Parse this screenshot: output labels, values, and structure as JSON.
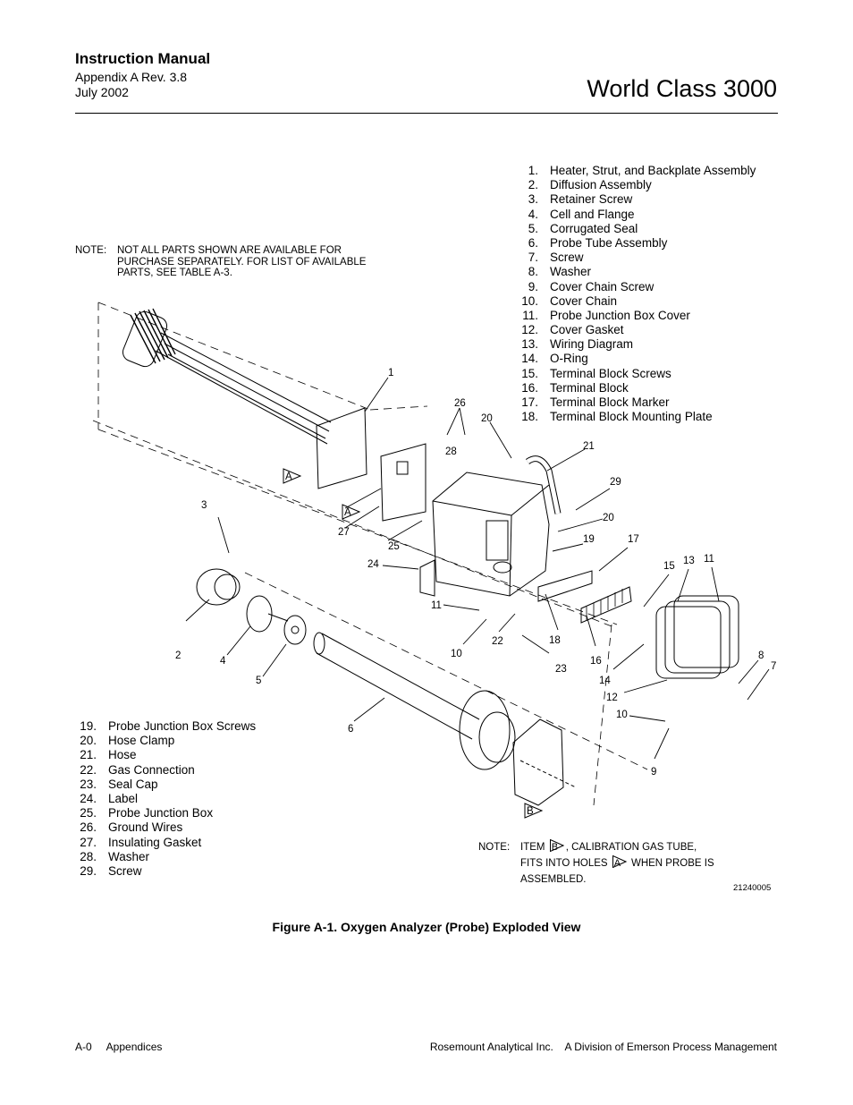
{
  "header": {
    "title": "Instruction Manual",
    "subtitle_1": "Appendix A  Rev. 3.8",
    "subtitle_2": "July 2002",
    "product": "World Class 3000"
  },
  "notes": {
    "availability_label": "NOTE:",
    "availability_text": "NOT ALL PARTS SHOWN ARE AVAILABLE FOR PURCHASE SEPARATELY. FOR LIST OF AVAILABLE PARTS, SEE TABLE A-3.",
    "calibration_label": "NOTE:",
    "calibration_item": "ITEM",
    "calibration_item_ref": "B",
    "calibration_mid": ", CALIBRATION GAS TUBE,",
    "calibration_fits": "FITS INTO HOLES",
    "calibration_holes_ref": "A",
    "calibration_end": "WHEN PROBE IS",
    "calibration_last": "ASSEMBLED."
  },
  "parts_list_a": [
    {
      "num": "1.",
      "name": "Heater, Strut, and Backplate Assembly"
    },
    {
      "num": "2.",
      "name": "Diffusion Assembly"
    },
    {
      "num": "3.",
      "name": "Retainer Screw"
    },
    {
      "num": "4.",
      "name": "Cell and Flange"
    },
    {
      "num": "5.",
      "name": "Corrugated Seal"
    },
    {
      "num": "6.",
      "name": "Probe Tube Assembly"
    },
    {
      "num": "7.",
      "name": "Screw"
    },
    {
      "num": "8.",
      "name": "Washer"
    },
    {
      "num": "9.",
      "name": "Cover Chain Screw"
    },
    {
      "num": "10.",
      "name": "Cover Chain"
    },
    {
      "num": "11.",
      "name": "Probe Junction Box Cover"
    },
    {
      "num": "12.",
      "name": "Cover Gasket"
    },
    {
      "num": "13.",
      "name": "Wiring Diagram"
    },
    {
      "num": "14.",
      "name": "O-Ring"
    },
    {
      "num": "15.",
      "name": "Terminal Block Screws"
    },
    {
      "num": "16.",
      "name": "Terminal Block"
    },
    {
      "num": "17.",
      "name": "Terminal Block Marker"
    },
    {
      "num": "18.",
      "name": "Terminal Block Mounting Plate"
    }
  ],
  "parts_list_b": [
    {
      "num": "19.",
      "name": "Probe Junction Box Screws"
    },
    {
      "num": "20.",
      "name": "Hose Clamp"
    },
    {
      "num": "21.",
      "name": "Hose"
    },
    {
      "num": "22.",
      "name": "Gas Connection"
    },
    {
      "num": "23.",
      "name": "Seal Cap"
    },
    {
      "num": "24.",
      "name": "Label"
    },
    {
      "num": "25.",
      "name": "Probe Junction Box"
    },
    {
      "num": "26.",
      "name": "Ground Wires"
    },
    {
      "num": "27.",
      "name": "Insulating Gasket"
    },
    {
      "num": "28.",
      "name": "Washer"
    },
    {
      "num": "29.",
      "name": "Screw"
    }
  ],
  "callouts": [
    "1",
    "2",
    "3",
    "4",
    "5",
    "6",
    "7",
    "8",
    "9",
    "10",
    "10",
    "11",
    "11",
    "12",
    "13",
    "14",
    "15",
    "16",
    "17",
    "18",
    "19",
    "20",
    "20",
    "21",
    "22",
    "23",
    "24",
    "25",
    "26",
    "27",
    "28",
    "29",
    "A",
    "A",
    "B"
  ],
  "drawing_number": "21240005",
  "figure_caption": "Figure A-1.  Oxygen Analyzer (Probe) Exploded View",
  "footer": {
    "left": "A-0     Appendices",
    "right": "Rosemount Analytical Inc.    A Division of Emerson Process Management"
  }
}
